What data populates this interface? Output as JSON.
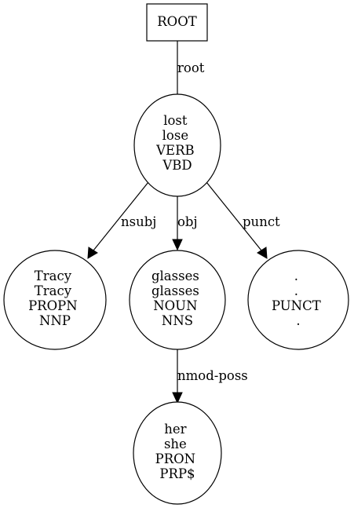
{
  "root_label": "ROOT",
  "nodes": {
    "lost": {
      "lines": [
        "lost",
        "lose",
        "VERB",
        "VBD"
      ]
    },
    "tracy": {
      "lines": [
        "Tracy",
        "Tracy",
        "PROPN",
        "NNP"
      ]
    },
    "glasses": {
      "lines": [
        "glasses",
        "glasses",
        "NOUN",
        "NNS"
      ]
    },
    "punct": {
      "lines": [
        ".",
        ".",
        "PUNCT",
        "."
      ]
    },
    "her": {
      "lines": [
        "her",
        "she",
        "PRON",
        "PRP$"
      ]
    }
  },
  "edges": {
    "root": {
      "label": "root"
    },
    "nsubj": {
      "label": "nsubj"
    },
    "obj": {
      "label": "obj"
    },
    "punct": {
      "label": "punct"
    },
    "nmod_poss": {
      "label": "nmod-poss"
    }
  }
}
